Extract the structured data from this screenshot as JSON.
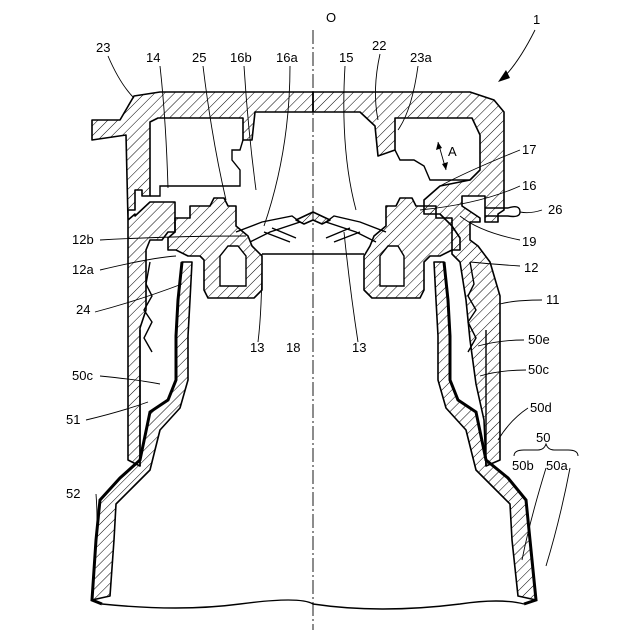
{
  "labels": {
    "axis": "O",
    "fig_ref": "1",
    "l23": "23",
    "l14": "14",
    "l25": "25",
    "l16b": "16b",
    "l16a": "16a",
    "l15": "15",
    "l22": "22",
    "l23a": "23a",
    "lA": "A",
    "l17": "17",
    "l16": "16",
    "l26": "26",
    "l19": "19",
    "l12b": "12b",
    "l12a": "12a",
    "l12": "12",
    "l24": "24",
    "l11": "11",
    "l13_left": "13",
    "l18": "18",
    "l13_right": "13",
    "l50e": "50e",
    "l50c_left": "50c",
    "l50c_right": "50c",
    "l51": "51",
    "l50d": "50d",
    "l50": "50",
    "l50b": "50b",
    "l50a": "50a",
    "l52": "52"
  }
}
